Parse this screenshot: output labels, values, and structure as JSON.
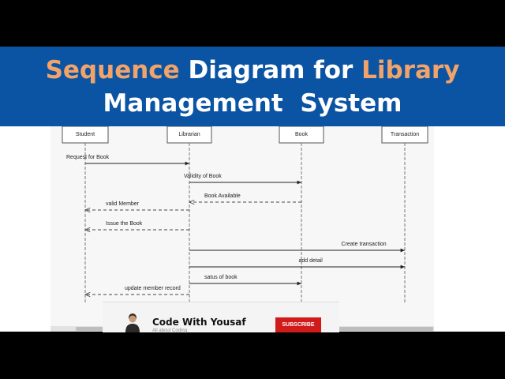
{
  "header": {
    "title_line1": {
      "part1": "Sequence",
      "part2": " Diagram for ",
      "part3": "Library"
    },
    "title_line2": "Management  System",
    "colors": {
      "banner": "#0b54a3",
      "accent": "#f2a36a",
      "text": "#ffffff"
    }
  },
  "diagram": {
    "lifelines": [
      {
        "label": "Student"
      },
      {
        "label": "Librarian"
      },
      {
        "label": "Book"
      },
      {
        "label": "Transaction"
      }
    ],
    "messages": [
      {
        "label": "Request for Book",
        "from": "Student",
        "to": "Librarian",
        "style": "solid"
      },
      {
        "label": "Validity of Book",
        "from": "Librarian",
        "to": "Book",
        "style": "solid"
      },
      {
        "label": "Book Available",
        "from": "Book",
        "to": "Librarian",
        "style": "dashed"
      },
      {
        "label": "valid Member",
        "from": "Librarian",
        "to": "Student",
        "style": "dashed"
      },
      {
        "label": "Issue the Book",
        "from": "Librarian",
        "to": "Student",
        "style": "dashed"
      },
      {
        "label": "Create transaction",
        "from": "Librarian",
        "to": "Transaction",
        "style": "solid"
      },
      {
        "label": "add detail",
        "from": "Librarian",
        "to": "Transaction",
        "style": "solid"
      },
      {
        "label": "satus of book",
        "from": "Librarian",
        "to": "Book",
        "style": "solid"
      },
      {
        "label": "update member record",
        "from": "Librarian",
        "to": "Student",
        "style": "dashed"
      }
    ]
  },
  "channel": {
    "name": "Code With Yousaf",
    "tagline": "All about Coding",
    "subscribe_label": "SUBSCRIBE",
    "subscribe_color": "#d11a1a"
  }
}
